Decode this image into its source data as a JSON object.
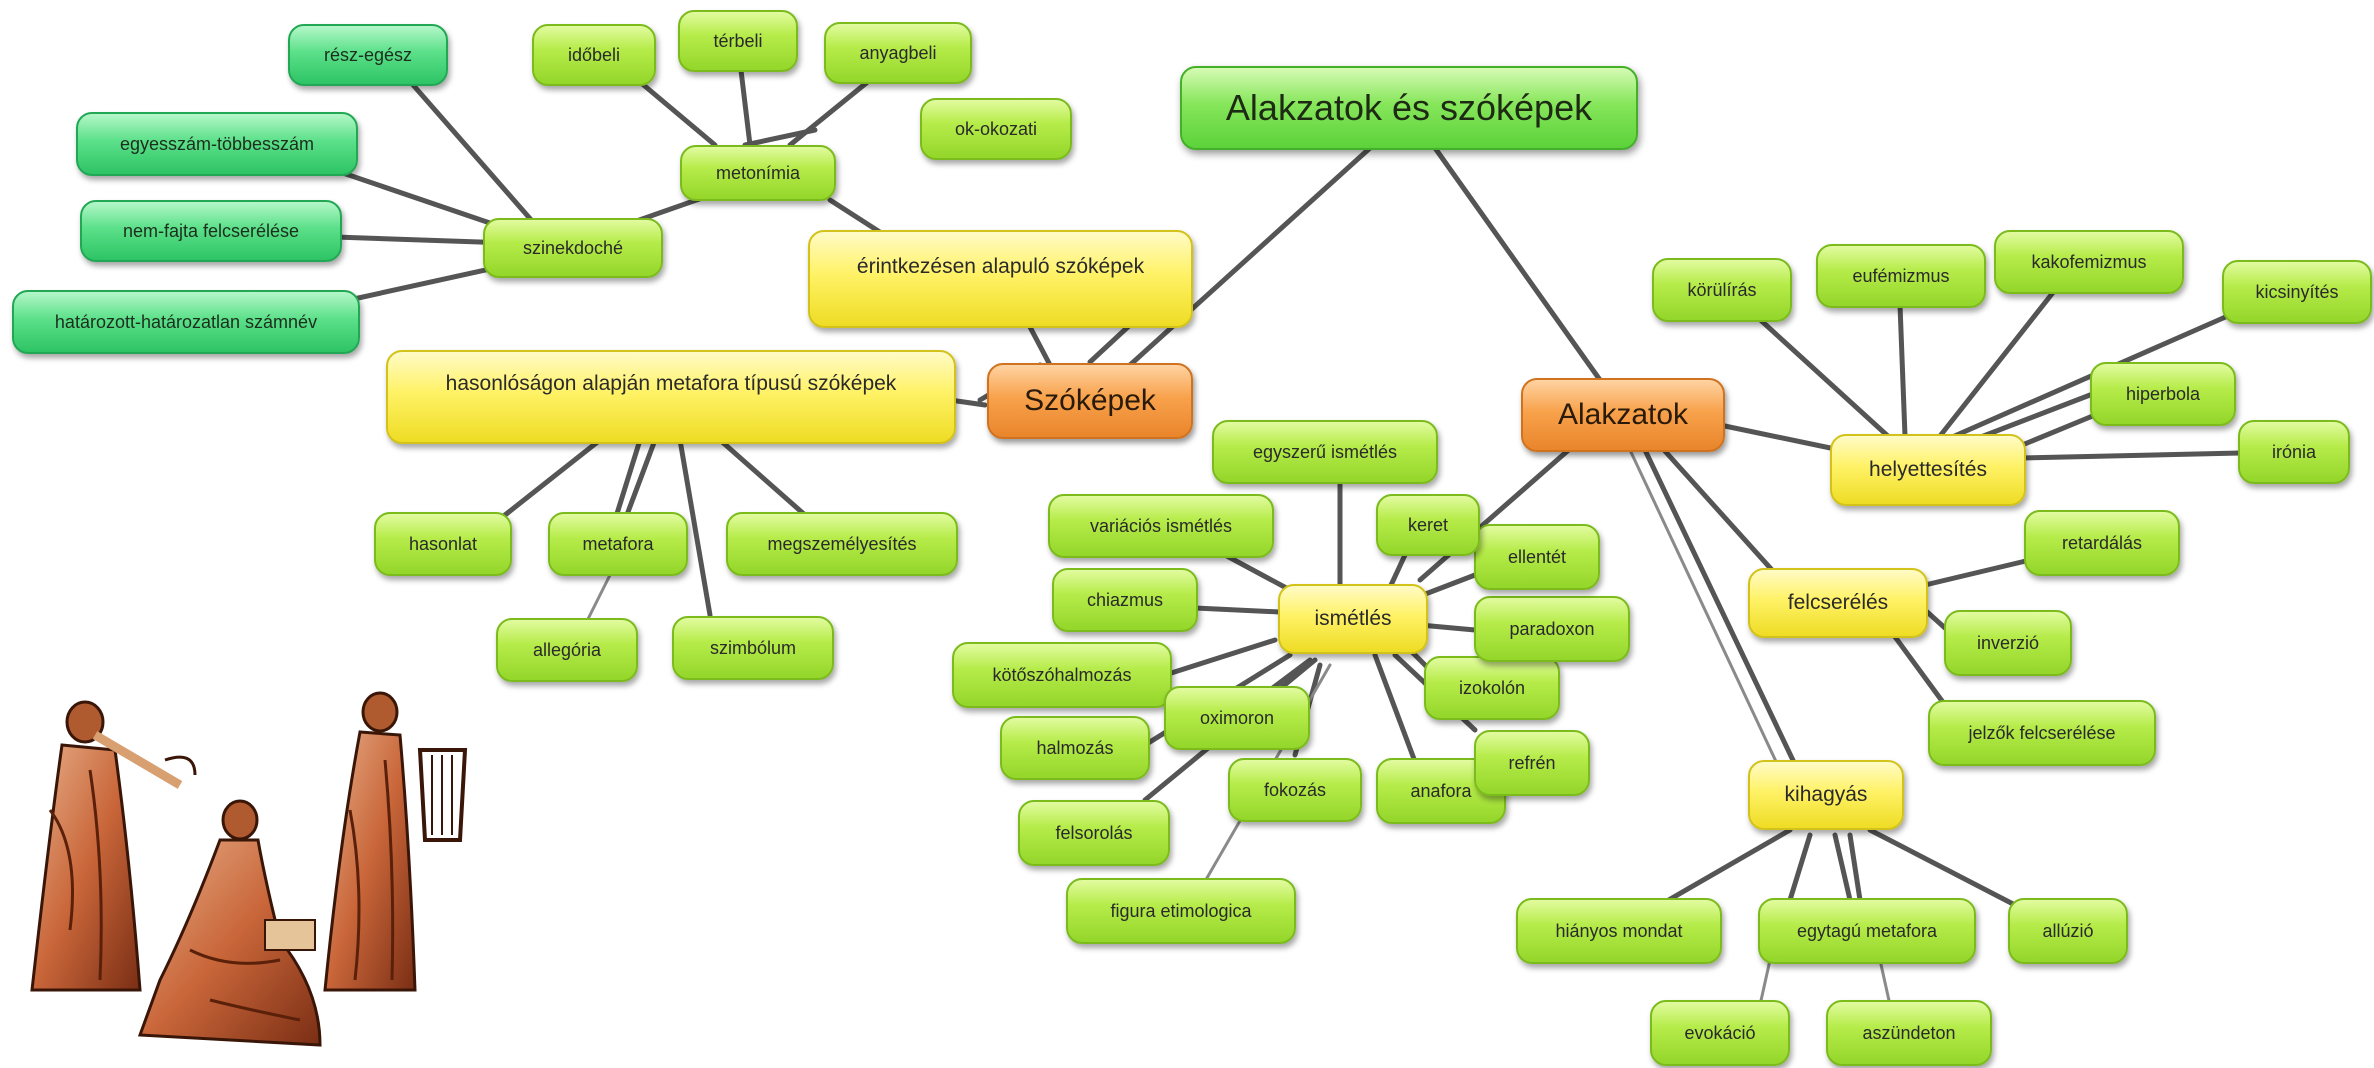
{
  "title": "Alakzatok és szóképek",
  "branches": {
    "szokepek": "Szóképek",
    "alakzatok": "Alakzatok"
  },
  "szokepek_groups": {
    "erintkezes": "érintkezésen alapuló szóképek",
    "hasonlosag": "hasonlóságon alapján metafora típusú szóképek"
  },
  "erintkezes_items": {
    "metonimia": "metonímia",
    "szinekdoche": "szinekdoché"
  },
  "metonimia_items": [
    "időbeli",
    "térbeli",
    "anyagbeli",
    "ok-okozati"
  ],
  "szinekdoche_items": [
    "rész-egész",
    "egyesszám-többesszám",
    "nem-fajta felcserélése",
    "határozott-határozatlan számnév"
  ],
  "hasonlosag_items": [
    "hasonlat",
    "metafora",
    "megszemélyesítés",
    "allegória",
    "szimbólum"
  ],
  "alakzatok_groups": {
    "ismetles": "ismétlés",
    "helyettesites": "helyettesítés",
    "felcsereles": "felcserélés",
    "kihagyas": "kihagyás"
  },
  "ismetles_items": [
    "egyszerű ismétlés",
    "variációs ismétlés",
    "chiazmus",
    "kötőszóhalmozás",
    "halmozás",
    "felsorolás",
    "figura etimologica",
    "oximoron",
    "fokozás",
    "anafora",
    "refrén",
    "izokolón",
    "paradoxon",
    "ellentét",
    "keret"
  ],
  "helyettesites_items": [
    "körülírás",
    "eufémizmus",
    "kakofemizmus",
    "kicsinyítés",
    "hiperbola",
    "irónia"
  ],
  "felcsereles_items": [
    "retardálás",
    "inverzió",
    "jelzők felcserélése"
  ],
  "kihagyas_items": [
    "hiányos mondat",
    "egytagú metafora",
    "allúzió",
    "evokáció",
    "aszündeton"
  ],
  "colors": {
    "leaf": "#a8e63c",
    "teal_leaf": "#3fd173",
    "group": "#f5e83a",
    "branch": "#f09a40",
    "title": "#6fdc48",
    "edge": "#555555"
  },
  "illustration": "three-muses-figures"
}
